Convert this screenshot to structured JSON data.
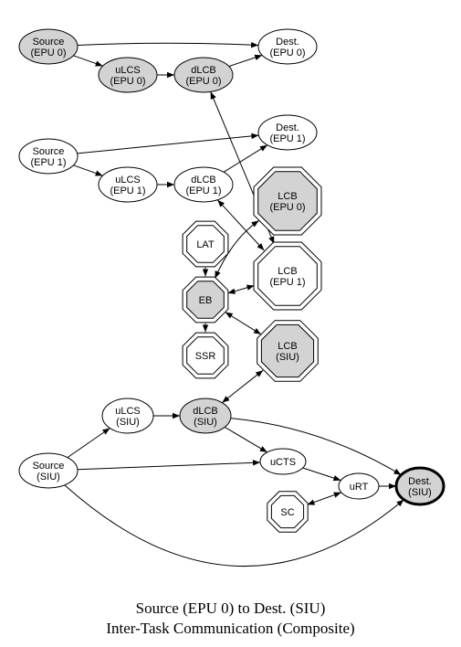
{
  "diagram": {
    "caption_line1": "Source (EPU 0) to Dest. (SIU)",
    "caption_line2": "Inter-Task Communication (Composite)",
    "colors": {
      "shaded_fill": "#d3d3d3",
      "plain_fill": "#ffffff",
      "stroke": "#000000"
    },
    "nodes": [
      {
        "id": "src0",
        "lines": [
          "Source",
          "(EPU 0)"
        ],
        "shape": "ellipse",
        "shaded": true
      },
      {
        "id": "dst0",
        "lines": [
          "Dest.",
          "(EPU 0)"
        ],
        "shape": "ellipse",
        "shaded": false
      },
      {
        "id": "ulcs0",
        "lines": [
          "uLCS",
          "(EPU 0)"
        ],
        "shape": "ellipse",
        "shaded": true
      },
      {
        "id": "dlcb0",
        "lines": [
          "dLCB",
          "(EPU 0)"
        ],
        "shape": "ellipse",
        "shaded": true
      },
      {
        "id": "src1",
        "lines": [
          "Source",
          "(EPU 1)"
        ],
        "shape": "ellipse",
        "shaded": false
      },
      {
        "id": "dst1",
        "lines": [
          "Dest.",
          "(EPU 1)"
        ],
        "shape": "ellipse",
        "shaded": false
      },
      {
        "id": "ulcs1",
        "lines": [
          "uLCS",
          "(EPU 1)"
        ],
        "shape": "ellipse",
        "shaded": false
      },
      {
        "id": "dlcb1",
        "lines": [
          "dLCB",
          "(EPU 1)"
        ],
        "shape": "ellipse",
        "shaded": false
      },
      {
        "id": "lcb0",
        "lines": [
          "LCB",
          "(EPU 0)"
        ],
        "shape": "octagon",
        "shaded": true
      },
      {
        "id": "lat",
        "lines": [
          "LAT"
        ],
        "shape": "octagon",
        "shaded": false
      },
      {
        "id": "lcb1",
        "lines": [
          "LCB",
          "(EPU 1)"
        ],
        "shape": "octagon",
        "shaded": false
      },
      {
        "id": "eb",
        "lines": [
          "EB"
        ],
        "shape": "octagon",
        "shaded": true
      },
      {
        "id": "ssr",
        "lines": [
          "SSR"
        ],
        "shape": "octagon",
        "shaded": false
      },
      {
        "id": "lcbs",
        "lines": [
          "LCB",
          "(SIU)"
        ],
        "shape": "octagon",
        "shaded": true
      },
      {
        "id": "ulcss",
        "lines": [
          "uLCS",
          "(SIU)"
        ],
        "shape": "ellipse",
        "shaded": false
      },
      {
        "id": "dlcbs",
        "lines": [
          "dLCB",
          "(SIU)"
        ],
        "shape": "ellipse",
        "shaded": true
      },
      {
        "id": "srcs",
        "lines": [
          "Source",
          "(SIU)"
        ],
        "shape": "ellipse",
        "shaded": false
      },
      {
        "id": "ucts",
        "lines": [
          "uCTS"
        ],
        "shape": "ellipse",
        "shaded": false
      },
      {
        "id": "urt",
        "lines": [
          "uRT"
        ],
        "shape": "ellipse",
        "shaded": false
      },
      {
        "id": "dsts",
        "lines": [
          "Dest.",
          "(SIU)"
        ],
        "shape": "ellipse",
        "shaded": true,
        "bold": true
      },
      {
        "id": "sc",
        "lines": [
          "SC"
        ],
        "shape": "octagon",
        "shaded": false
      }
    ],
    "edges": [
      {
        "from": "src0",
        "to": "dst0",
        "dir": "forward"
      },
      {
        "from": "src0",
        "to": "ulcs0",
        "dir": "forward"
      },
      {
        "from": "ulcs0",
        "to": "dlcb0",
        "dir": "forward"
      },
      {
        "from": "dlcb0",
        "to": "dst0",
        "dir": "forward"
      },
      {
        "from": "dlcb0",
        "to": "lcb1",
        "dir": "both"
      },
      {
        "from": "src1",
        "to": "dst1",
        "dir": "forward"
      },
      {
        "from": "src1",
        "to": "ulcs1",
        "dir": "forward"
      },
      {
        "from": "ulcs1",
        "to": "dlcb1",
        "dir": "forward"
      },
      {
        "from": "dlcb1",
        "to": "dst1",
        "dir": "forward"
      },
      {
        "from": "dlcb1",
        "to": "lcb1",
        "dir": "both"
      },
      {
        "from": "lat",
        "to": "eb",
        "dir": "forward"
      },
      {
        "from": "eb",
        "to": "lcb0",
        "dir": "both"
      },
      {
        "from": "eb",
        "to": "lcb1",
        "dir": "both"
      },
      {
        "from": "eb",
        "to": "ssr",
        "dir": "forward"
      },
      {
        "from": "eb",
        "to": "lcbs",
        "dir": "both"
      },
      {
        "from": "dlcbs",
        "to": "lcbs",
        "dir": "both"
      },
      {
        "from": "ulcss",
        "to": "dlcbs",
        "dir": "forward"
      },
      {
        "from": "srcs",
        "to": "ulcss",
        "dir": "forward"
      },
      {
        "from": "srcs",
        "to": "ucts",
        "dir": "forward"
      },
      {
        "from": "dlcbs",
        "to": "ucts",
        "dir": "forward"
      },
      {
        "from": "dlcbs",
        "to": "dsts",
        "dir": "forward"
      },
      {
        "from": "ucts",
        "to": "urt",
        "dir": "forward"
      },
      {
        "from": "urt",
        "to": "dsts",
        "dir": "forward"
      },
      {
        "from": "sc",
        "to": "urt",
        "dir": "both"
      },
      {
        "from": "srcs",
        "to": "dsts",
        "dir": "forward"
      }
    ]
  }
}
